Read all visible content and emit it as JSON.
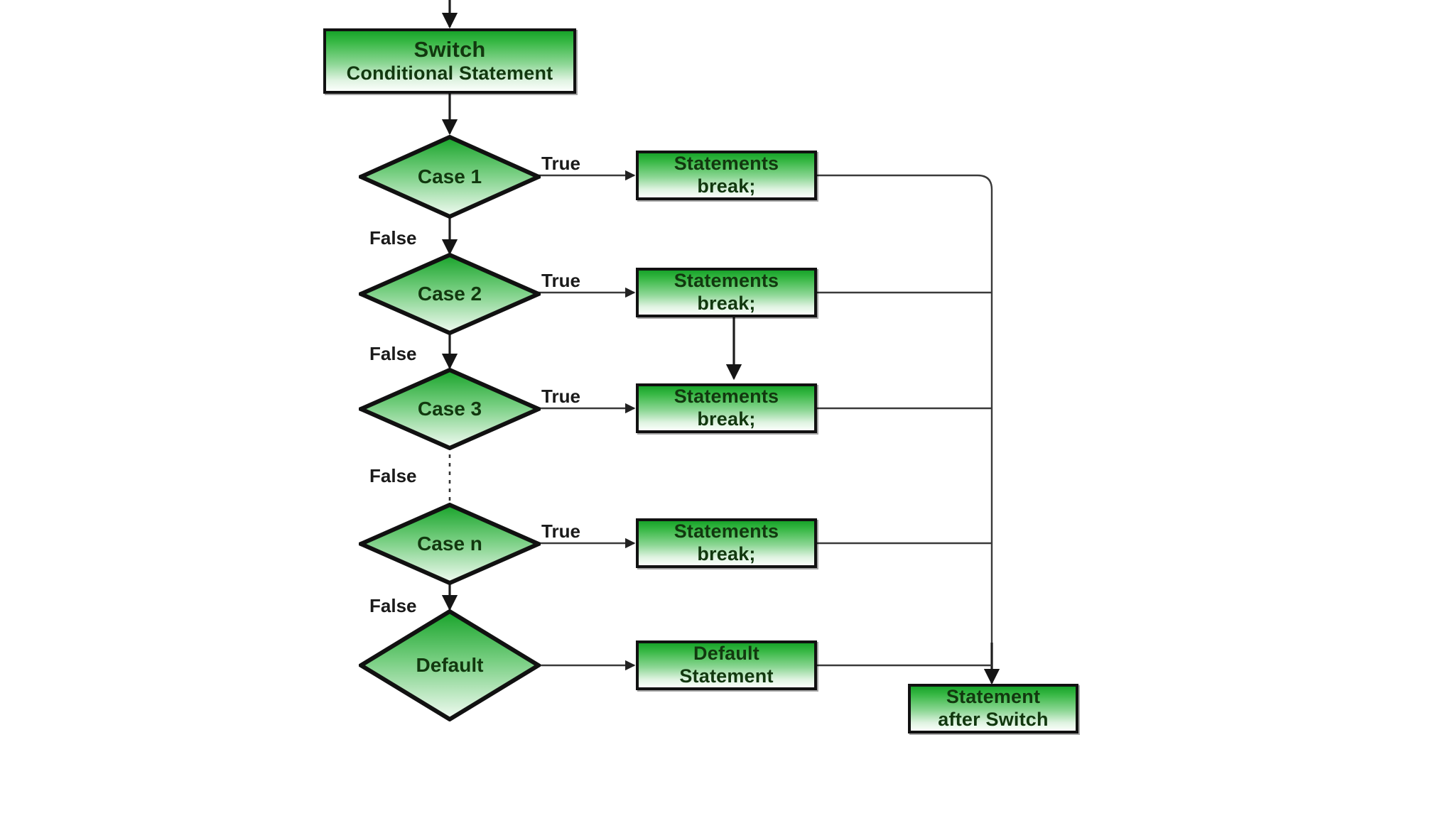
{
  "diagram": {
    "title": "Switch Conditional Statement Flowchart",
    "type": "flowchart",
    "palette": {
      "node_fill_top": "#18a32a",
      "node_fill_bottom": "#fbfefb",
      "node_border": "#111111",
      "text": "#12380f",
      "connector": "#333333",
      "background": "#ffffff"
    }
  },
  "nodes": {
    "switch": {
      "shape": "process",
      "line1": "Switch",
      "line2": "Conditional Statement"
    },
    "case1": {
      "shape": "decision",
      "label": "Case 1"
    },
    "case2": {
      "shape": "decision",
      "label": "Case 2"
    },
    "case3": {
      "shape": "decision",
      "label": "Case 3"
    },
    "casen": {
      "shape": "decision",
      "label": "Case n"
    },
    "default": {
      "shape": "decision",
      "label": "Default"
    },
    "stmt1": {
      "shape": "process",
      "line1": "Statements",
      "line2": "break;"
    },
    "stmt2": {
      "shape": "process",
      "line1": "Statements",
      "line2": "break;"
    },
    "stmt3": {
      "shape": "process",
      "line1": "Statements",
      "line2": "break;"
    },
    "stmtn": {
      "shape": "process",
      "line1": "Statements",
      "line2": "break;"
    },
    "default_stmt": {
      "shape": "process",
      "line1": "Default",
      "line2": "Statement"
    },
    "after": {
      "shape": "process",
      "line1": "Statement",
      "line2": "after Switch"
    }
  },
  "edge_labels": {
    "true1": "True",
    "true2": "True",
    "true3": "True",
    "truen": "True",
    "false1": "False",
    "false2": "False",
    "false3": "False",
    "falsen": "False"
  }
}
